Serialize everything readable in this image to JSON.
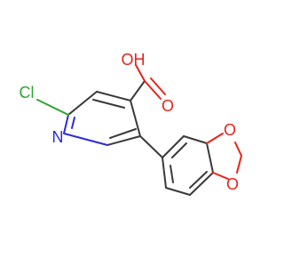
{
  "molecule": {
    "atoms": {
      "oh": "OH",
      "o_carbonyl": "O",
      "cl": "Cl",
      "n": "N",
      "o_dioxole_top": "O",
      "o_dioxole_bottom": "O"
    },
    "colors": {
      "bond": "#3a3a3a",
      "oxygen": "#e8231a",
      "nitrogen": "#2c2cd8",
      "chlorine": "#2fa52f"
    }
  }
}
